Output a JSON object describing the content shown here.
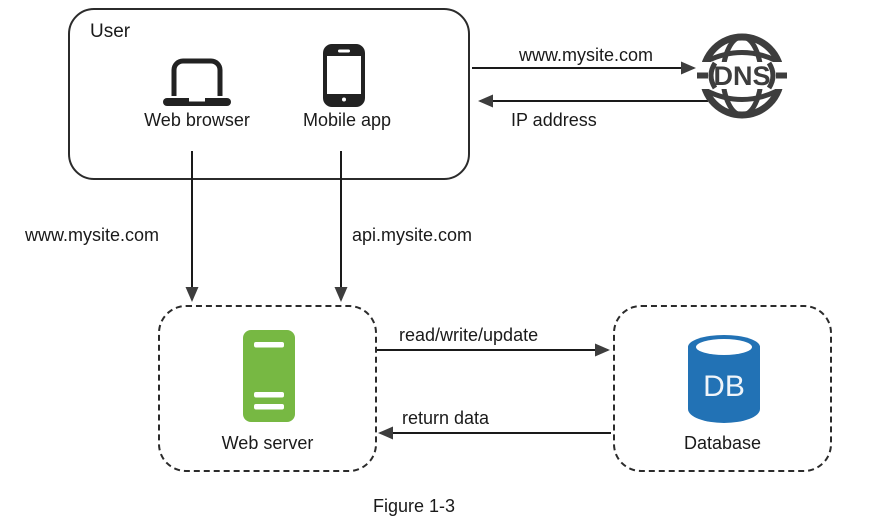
{
  "caption": "Figure 1-3",
  "colors": {
    "line": "#1a1a1a",
    "border": "#2b2b2b",
    "server_green": "#77b843",
    "db_blue": "#2272b5",
    "dns_gray": "#3d3d3d"
  },
  "user_box": {
    "title": "User",
    "items": [
      {
        "icon": "laptop-icon",
        "label": "Web browser"
      },
      {
        "icon": "smartphone-icon",
        "label": "Mobile app"
      }
    ]
  },
  "dns": {
    "label": "DNS"
  },
  "web_server": {
    "icon": "server-icon",
    "label": "Web server"
  },
  "database": {
    "icon": "database-cylinder-icon",
    "icon_text": "DB",
    "label": "Database"
  },
  "arrows": {
    "user_to_dns": "www.mysite.com",
    "dns_to_user": "IP address",
    "browser_to_server": "www.mysite.com",
    "app_to_server": "api.mysite.com",
    "server_to_db": "read/write/update",
    "db_to_server": "return data"
  }
}
